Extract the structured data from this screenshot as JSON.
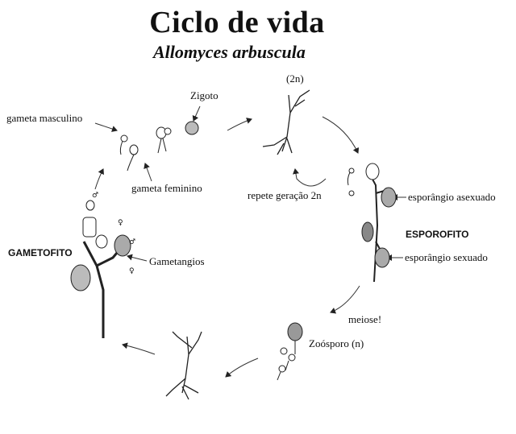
{
  "title": "Ciclo de vida",
  "subtitle": "Allomyces arbuscula",
  "labels": {
    "ploidy_top": "(2n)",
    "zigoto": "Zigoto",
    "gameta_masculino": "gameta masculino",
    "gameta_feminino": "gameta feminino",
    "repete": "repete geração 2n",
    "esporangio_asexuado": "esporângio asexuado",
    "esporofito": "ESPOROFITO",
    "esporangio_sexuado": "esporângio sexuado",
    "gametofito": "GAMETOFITO",
    "gametangios": "Gametangios",
    "meiose": "meiose!",
    "zoosporo": "Zoósporo (n)"
  },
  "symbols": {
    "male": "♂",
    "female": "♀"
  }
}
